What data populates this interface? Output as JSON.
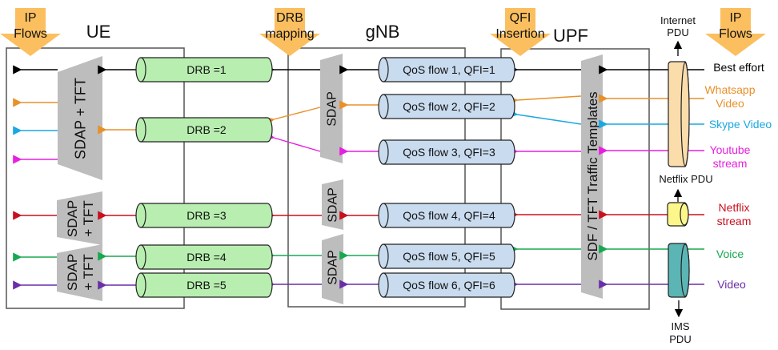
{
  "nodes": {
    "ue": {
      "title": "UE"
    },
    "gnb": {
      "title": "gNB"
    },
    "upf": {
      "title": "UPF"
    }
  },
  "callouts": {
    "ip_flows_left": "IP\nFlows",
    "drb_mapping": "DRB\nmapping",
    "qfi_insertion": "QFI\nInsertion",
    "ip_flows_right": "IP\nFlows"
  },
  "drbs": [
    {
      "label": "DRB =1"
    },
    {
      "label": "DRB =2"
    },
    {
      "label": "DRB =3"
    },
    {
      "label": "DRB =4"
    },
    {
      "label": "DRB =5"
    }
  ],
  "qos_flows": [
    {
      "label": "QoS flow 1, QFI=1"
    },
    {
      "label": "QoS flow 2, QFI=2"
    },
    {
      "label": "QoS flow 3, QFI=3"
    },
    {
      "label": "QoS flow 4, QFI=4"
    },
    {
      "label": "QoS flow 5, QFI=5"
    },
    {
      "label": "QoS flow 6, QFI=6"
    }
  ],
  "filters": {
    "ue_sdap_tft_1": "SDAP + TFT",
    "ue_sdap_tft_2": "SDAP\n+ TFT",
    "ue_sdap_tft_3": "SDAP\n+ TFT",
    "gnb_sdap_1": "SDAP",
    "gnb_sdap_2": "SDAP",
    "gnb_sdap_3": "SDAP",
    "upf_templates": "SDF / TFT Traffic Templates"
  },
  "pdu_sessions": [
    {
      "label": "Internet\nPDU",
      "color": "#fbdcab"
    },
    {
      "label": "Netflix PDU",
      "color": "#fdf68a"
    },
    {
      "label": "IMS\nPDU",
      "color": "#5bb5b5"
    }
  ],
  "traffic": [
    {
      "label": "Best effort",
      "color": "#000000"
    },
    {
      "label": "Whatsapp\nVideo",
      "color": "#e8902a"
    },
    {
      "label": "Skype Video",
      "color": "#1aa8e0"
    },
    {
      "label": "Youtube\nstream",
      "color": "#e81ee0"
    },
    {
      "label": "Netflix\nstream",
      "color": "#c8101e"
    },
    {
      "label": "Voice",
      "color": "#18a850"
    },
    {
      "label": "Video",
      "color": "#6a2fa8"
    }
  ],
  "colors": {
    "callout": "#fbbf5f",
    "drb_fill": "#b8eeb0",
    "qos_fill": "#c9dbef",
    "filter_fill": "#bdbdbd",
    "box_stroke": "#555555"
  }
}
